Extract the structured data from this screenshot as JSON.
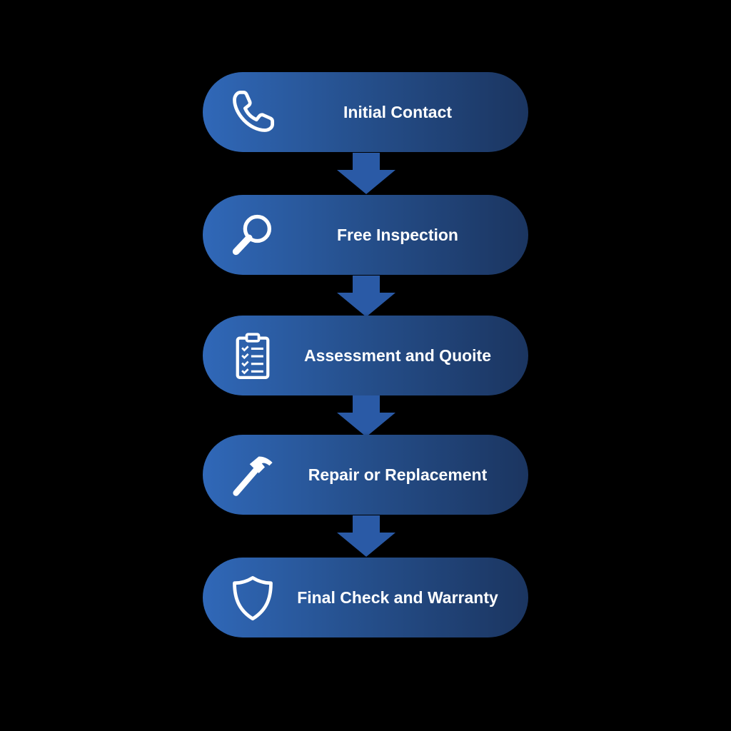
{
  "colors": {
    "background": "#000000",
    "pill_start": "#3068b8",
    "pill_end": "#1b3560",
    "arrow": "#2a5aa6",
    "text": "#ffffff"
  },
  "steps": [
    {
      "label": "Initial Contact",
      "icon": "phone-icon"
    },
    {
      "label": "Free Inspection",
      "icon": "magnifier-icon"
    },
    {
      "label": "Assessment and Quoite",
      "icon": "clipboard-checklist-icon"
    },
    {
      "label": "Repair or Replacement",
      "icon": "hammer-icon"
    },
    {
      "label": "Final Check and Warranty",
      "icon": "shield-icon"
    }
  ]
}
